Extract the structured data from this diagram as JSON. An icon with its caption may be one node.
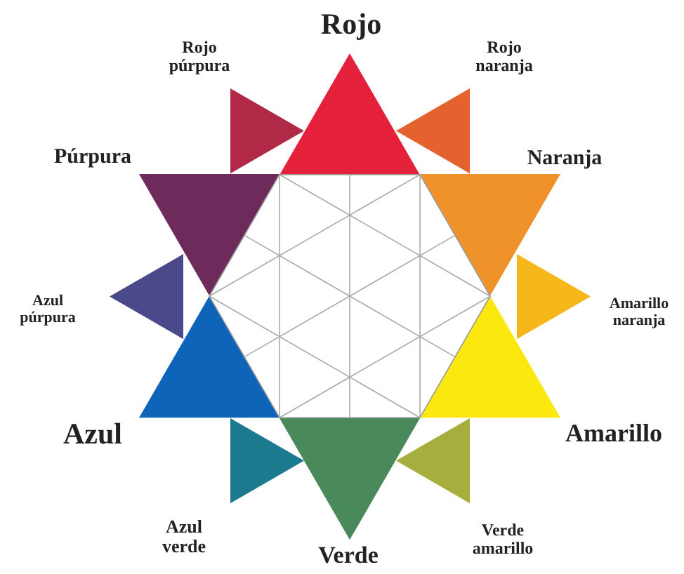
{
  "diagram": {
    "nodes": [
      {
        "text": [
          "Rojo púrpura"
        ]
      },
      {
        "text": [
          "Rojo"
        ]
      },
      {
        "text": [
          "Rojo naranja"
        ]
      },
      {
        "text": [
          "Púrpura"
        ]
      },
      {
        "text": [
          "Naranja"
        ]
      },
      {
        "text": [
          "Azul púrpura"
        ]
      },
      {
        "text": [
          "Amarillo naranja"
        ]
      },
      {
        "text": [
          "Azul"
        ]
      },
      {
        "text": [
          "Amarillo"
        ]
      },
      {
        "text": [
          "Azul verde"
        ]
      },
      {
        "text": [
          "Verde"
        ]
      },
      {
        "text": [
          "Verde amarillo"
        ]
      }
    ]
  }
}
